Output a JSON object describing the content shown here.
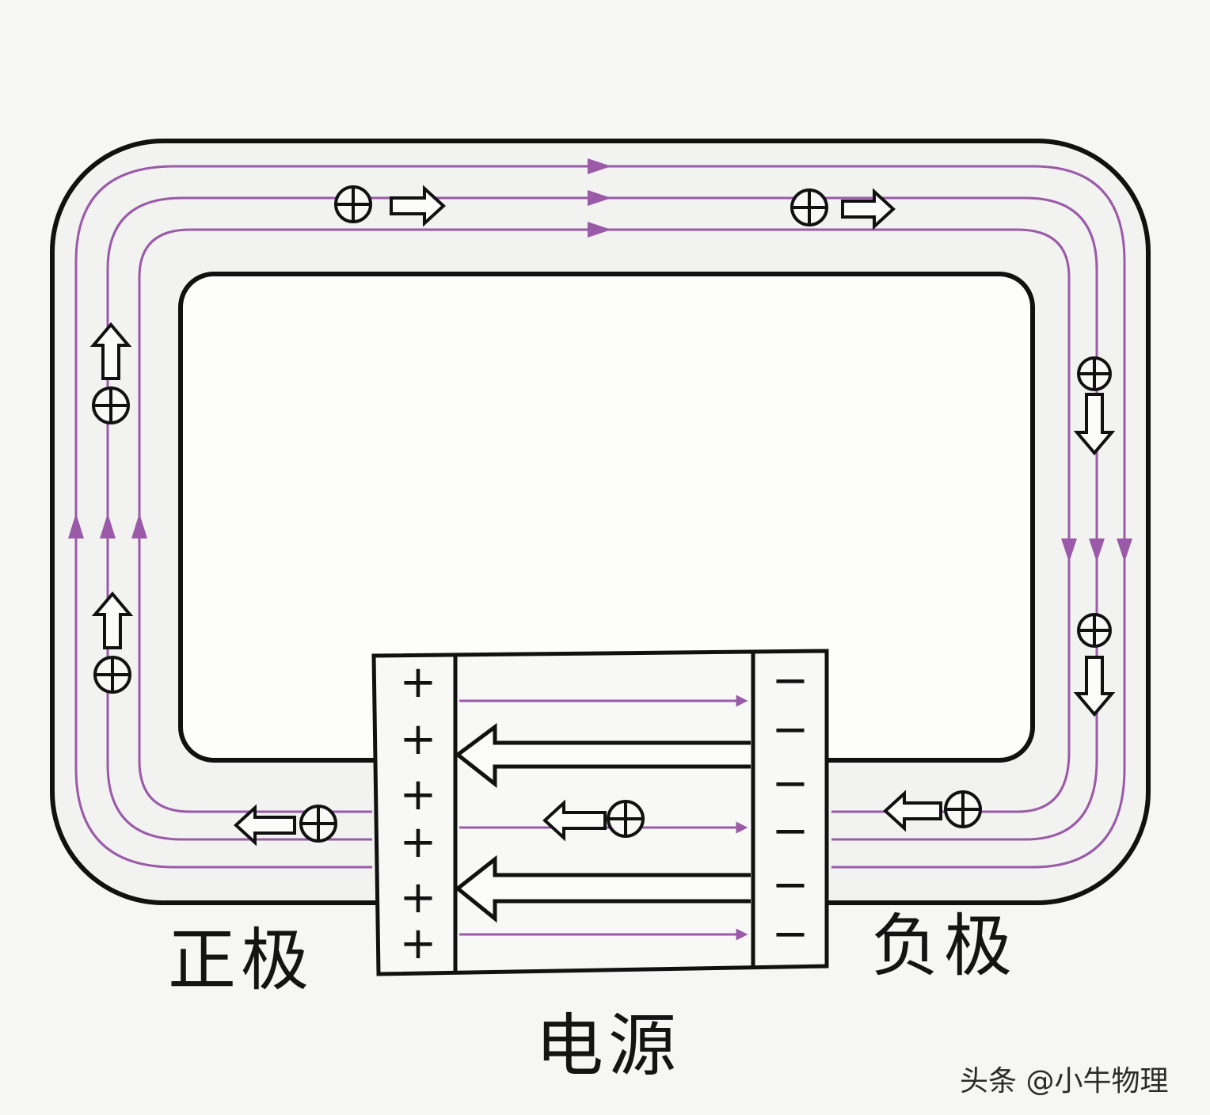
{
  "labels": {
    "positive_pole": "正极",
    "negative_pole": "负极",
    "power_source": "电源"
  },
  "watermark": "头条 @小牛物理",
  "plate_signs": {
    "positive": "+",
    "negative": "−"
  },
  "charge_symbol": "⊕",
  "colors": {
    "line": "#111111",
    "current": "#9a5aa8",
    "conductor_fill": "#f2f2f0",
    "background": "#f6f6f4"
  },
  "icons": [
    "positive-charge-icon",
    "hollow-arrow-icon",
    "current-arrowhead-icon"
  ]
}
